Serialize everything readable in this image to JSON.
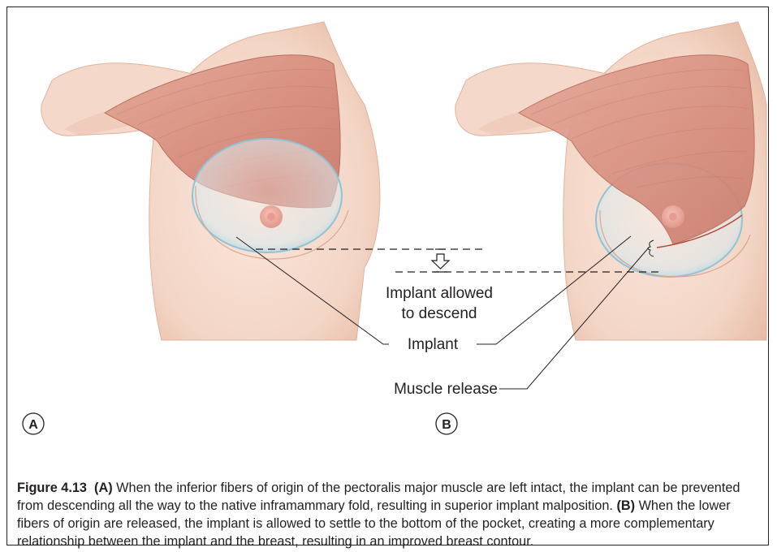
{
  "figure": {
    "labels": {
      "implant_descend_line1": "Implant allowed",
      "implant_descend_line2": "to descend",
      "implant": "Implant",
      "muscle_release": "Muscle release"
    },
    "panel_letters": {
      "a": "A",
      "b": "B"
    },
    "caption": {
      "figure_number": "Figure 4.13",
      "a_marker": "(A)",
      "a_text": " When the inferior fibers of origin of the pectoralis major muscle are left intact, the implant can be prevented from descending all the way to the native inframammary fold, resulting in superior implant malposition. ",
      "b_marker": "(B)",
      "b_text": " When the lower fibers of origin are released, the implant is allowed to settle to the bottom of the pocket, creating a more complementary relationship between the implant and the breast, resulting in an improved breast contour."
    }
  },
  "colors": {
    "skin": "#f6ddd0",
    "skin_shadow": "#e6bba6",
    "muscle": "#d98f80",
    "implant_rim": "#a8d4e2",
    "implant_fill": "#e4eef0",
    "line": "#231f20"
  }
}
